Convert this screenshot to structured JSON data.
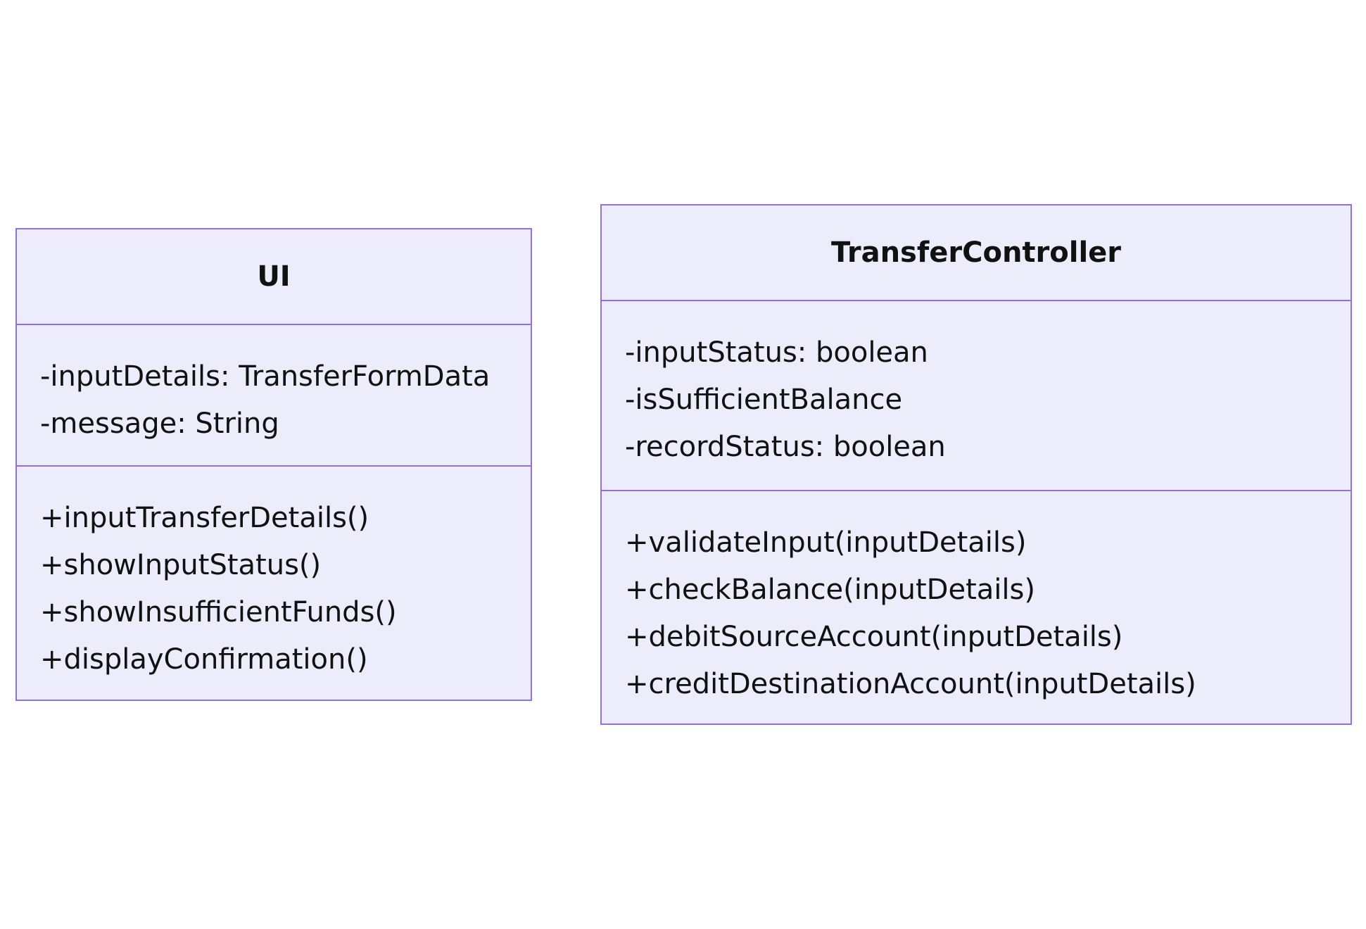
{
  "diagram": {
    "classes": [
      {
        "id": "ui",
        "name": "UI",
        "attributes": [
          "-inputDetails: TransferFormData",
          "-message: String"
        ],
        "methods": [
          "+inputTransferDetails()",
          "+showInputStatus()",
          "+showInsufficientFunds()",
          "+displayConfirmation()"
        ]
      },
      {
        "id": "transfer-controller",
        "name": "TransferController",
        "attributes": [
          "-inputStatus: boolean",
          "-isSufficientBalance",
          "-recordStatus: boolean"
        ],
        "methods": [
          "+validateInput(inputDetails)",
          "+checkBalance(inputDetails)",
          "+debitSourceAccount(inputDetails)",
          "+creditDestinationAccount(inputDetails)"
        ]
      }
    ],
    "colors": {
      "box_fill": "#ececfb",
      "box_border": "#9370db",
      "text": "#111111",
      "background": "#ffffff"
    }
  }
}
